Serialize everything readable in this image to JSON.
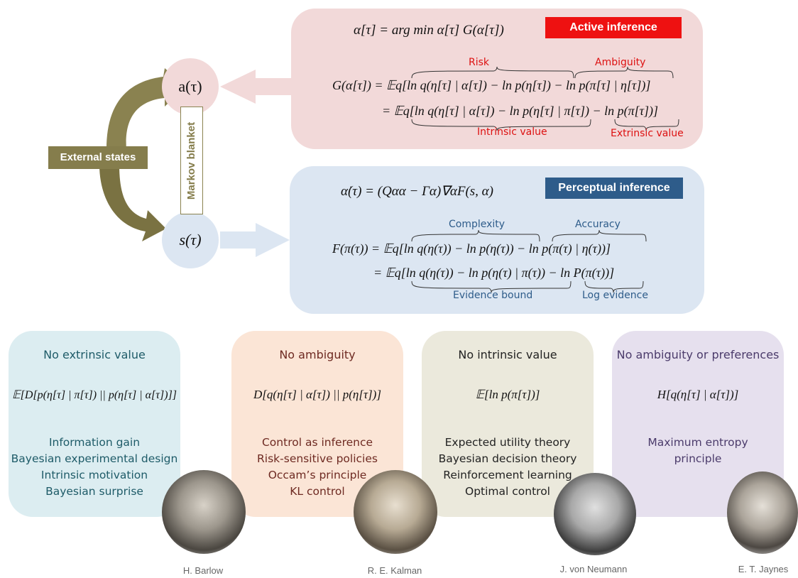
{
  "active": {
    "badge": "Active inference",
    "header": "α[τ] = arg min α[τ] G(α[τ])",
    "risk": "Risk",
    "ambiguity": "Ambiguity",
    "eq1": "G(α[τ]) = 𝔼q[ln q(η[τ] | α[τ]) − ln p(η[τ]) − ln p(π[τ] | η[τ])]",
    "eq2": "= 𝔼q[ln q(η[τ] | α[τ]) − ln p(η[τ] | π[τ]) − ln p(π[τ])]",
    "intrinsic": "Intrinsic value",
    "extrinsic": "Extrinsic value"
  },
  "perceptual": {
    "badge": "Perceptual inference",
    "header": "α̇(τ) = (Qαα − Γα)∇αF(s, α)",
    "complexity": "Complexity",
    "accuracy": "Accuracy",
    "eq1": "F(π(τ)) = 𝔼q[ln q(η(τ)) − ln p(η(τ)) − ln p(π(τ) | η(τ))]",
    "eq2": "= 𝔼q[ln q(η(τ)) − ln p(η(τ) | π(τ)) − ln P(π(τ))]",
    "evidence_bound": "Evidence bound",
    "log_evidence": "Log evidence"
  },
  "left": {
    "a_node": "a(τ)",
    "s_node": "s(τ)",
    "external_states": "External states",
    "markov_blanket": "Markov blanket"
  },
  "cards": [
    {
      "title": "No extrinsic value",
      "formula": "𝔼[D[p(η[τ] | π[τ]) || p(η[τ] | α[τ])]]",
      "items": [
        "Information gain",
        "Bayesian experimental design",
        "Intrinsic motivation",
        "Bayesian surprise"
      ],
      "person": "H. Barlow",
      "bg": "#dcedf1",
      "text_color": "#1e5b68"
    },
    {
      "title": "No ambiguity",
      "formula": "D[q(η[τ] | α[τ]) || p(η[τ])]",
      "items": [
        "Control as inference",
        "Risk-sensitive policies",
        "Occam’s principle",
        "KL control"
      ],
      "person": "R. E. Kalman",
      "bg": "#fbe5d6",
      "text_color": "#6e2a22"
    },
    {
      "title": "No intrinsic value",
      "formula": "𝔼[ln p(π[τ])]",
      "items": [
        "Expected utility theory",
        "Bayesian decision theory",
        "Reinforcement learning",
        "Optimal control"
      ],
      "person": "J. von Neumann",
      "bg": "#ebe9dc",
      "text_color": "#222222"
    },
    {
      "title": "No ambiguity or preferences",
      "formula": "H[q(η[τ] | α[τ])]",
      "items": [
        "Maximum entropy",
        "principle"
      ],
      "person": "E. T. Jaynes",
      "bg": "#e6e0ee",
      "text_color": "#4b3b6b"
    }
  ],
  "colors": {
    "active_panel": "#f2d9d9",
    "active_badge": "#ee1111",
    "active_text": "#dd1111",
    "perceptual_panel": "#dce6f2",
    "perceptual_badge": "#2e5c8a",
    "perceptual_text": "#2e5c8a",
    "olive": "#857d4c"
  },
  "icons": [
    "olive-curved-arrow",
    "pink-block-arrow",
    "blue-block-arrow",
    "portrait-photo"
  ]
}
